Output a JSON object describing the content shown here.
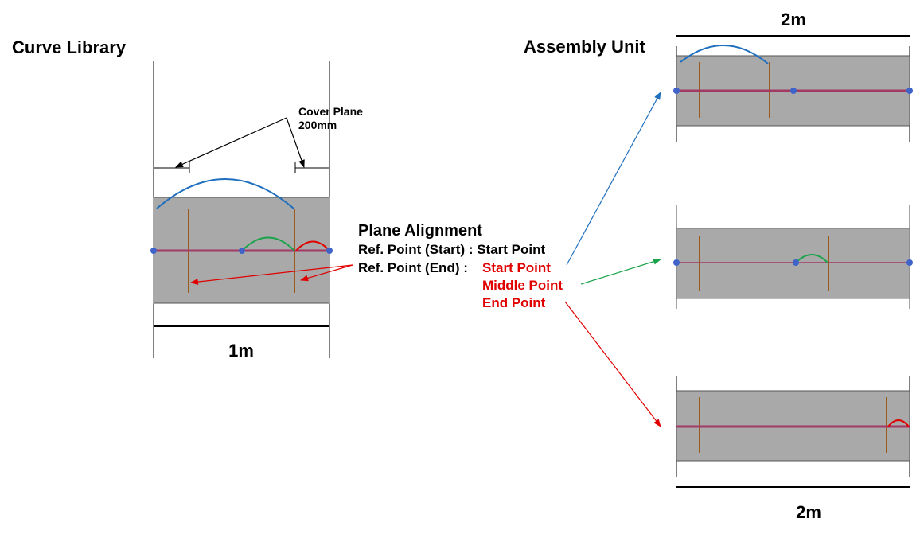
{
  "left_panel": {
    "title": "Curve Library",
    "cover_plane": {
      "label": "Cover Plane",
      "value": "200mm"
    },
    "width_label": "1m"
  },
  "right_panel": {
    "title": "Assembly Unit",
    "top_width_label": "2m",
    "bottom_width_label": "2m"
  },
  "plane_alignment": {
    "heading": "Plane Alignment",
    "ref_start": "Ref. Point (Start) : Start Point",
    "ref_end_prefix": "Ref. Point (End) :",
    "ref_end_options": [
      "Start Point",
      "Middle Point",
      "End Point"
    ]
  },
  "colors": {
    "block_fill": "#a9a9a9",
    "alignment_line": "#a33a66",
    "curve_blue": "#1f6fbf",
    "curve_green": "#1aa34a",
    "curve_red": "#e00000",
    "cover_plane_post": "#9c5a1c",
    "point_marker": "#3f63c9",
    "highlight_text": "#e00000"
  }
}
